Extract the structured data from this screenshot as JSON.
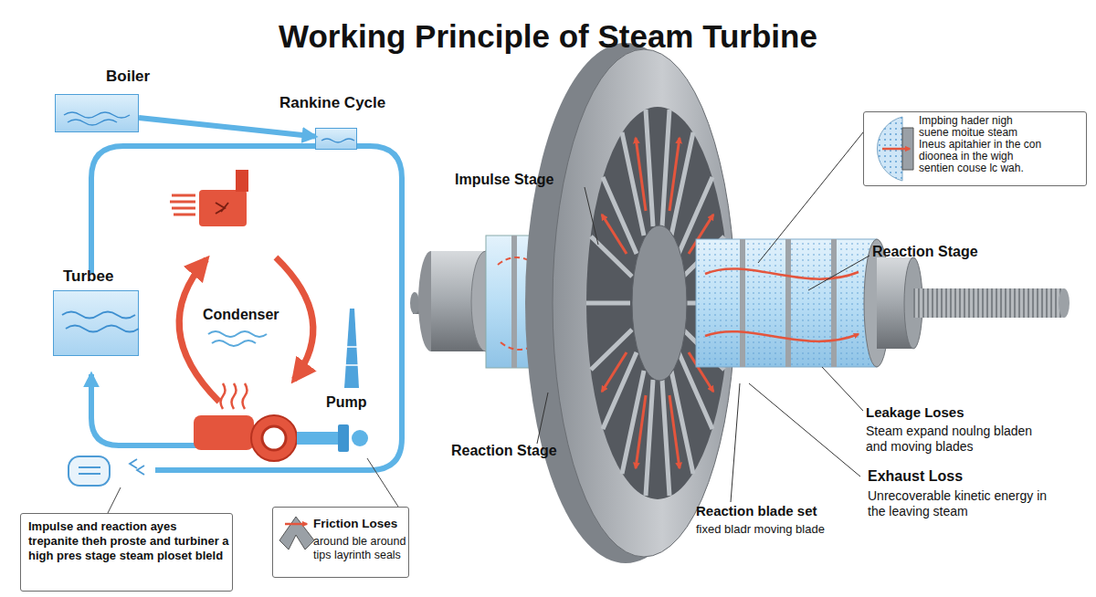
{
  "diagram": {
    "title": "Working Principle of Steam Turbine",
    "nodes": [
      {
        "text": [
          "Boiler"
        ]
      },
      {
        "text": [
          "Rankine Cycle"
        ]
      },
      {
        "text": [
          "Turbee"
        ]
      },
      {
        "text": [
          "Impulse and reaction ayes trepanite theh proste and turbiner a high pres stage steam ploset bleld"
        ]
      },
      {
        "text": [
          "Friction Loses",
          "around ble around tips layrinth seals"
        ]
      },
      {
        "text": [
          "Impbing hader nigh suene moitue steam Ineus apitahier in the con dioonea in the wigh sentien couse lc wah."
        ]
      }
    ],
    "edges": [
      {
        "from": 0,
        "to": 1,
        "arrow": "to"
      }
    ],
    "labels": [
      "Condenser",
      "Pump",
      "Impulse Stage",
      "Reaction Stage",
      "Reaction Stage",
      "Leakage Loses",
      "Steam expand noulng bladen and moving blades",
      "Exhaust Loss",
      "Unrecoverable kinetic energy in the leaving steam",
      "Reaction blade set",
      "fixed bladr moving blade"
    ]
  }
}
